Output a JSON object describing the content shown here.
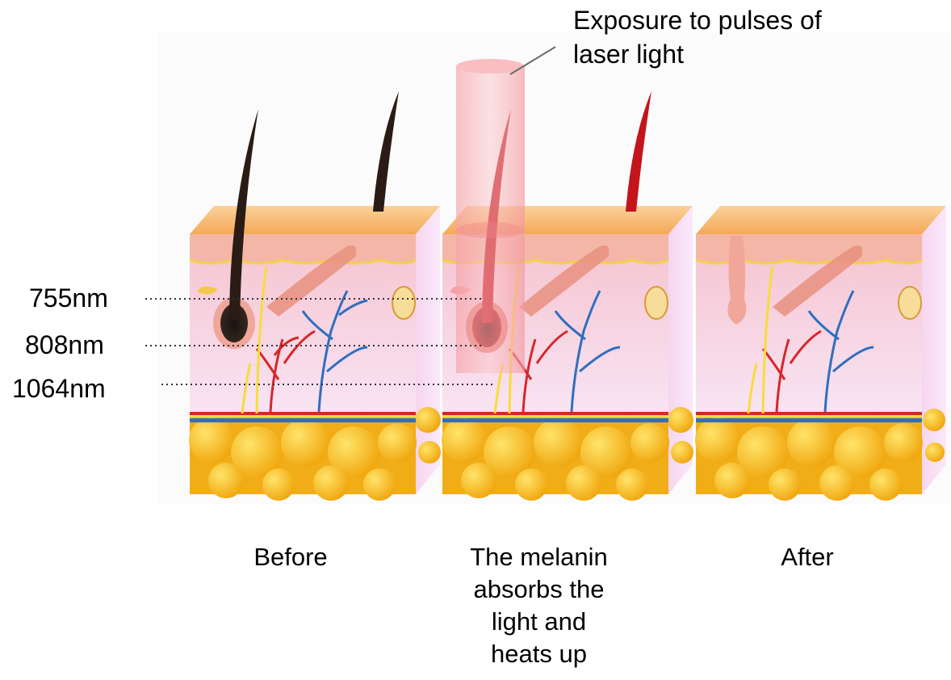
{
  "callout": {
    "line1": "Exposure to pulses of",
    "line2": "laser light"
  },
  "wavelengths": [
    "755nm",
    "808nm",
    "1064nm"
  ],
  "captions": {
    "before": "Before",
    "middle": [
      "The melanin",
      "absorbs the",
      "light and",
      "heats up"
    ],
    "after": "After"
  },
  "colors": {
    "skin_top": "#f6b46c",
    "skin_face": "#f3c7c7",
    "dermis": "#f7d9e8",
    "fat": "#f3b51a",
    "hair_dark": "#2a1c14",
    "hair_heated": "#c4141c",
    "laser_beam": "#f28a90",
    "artery": "#d7262a",
    "vein": "#2f6fc0",
    "nerve": "#f6dd3a"
  }
}
